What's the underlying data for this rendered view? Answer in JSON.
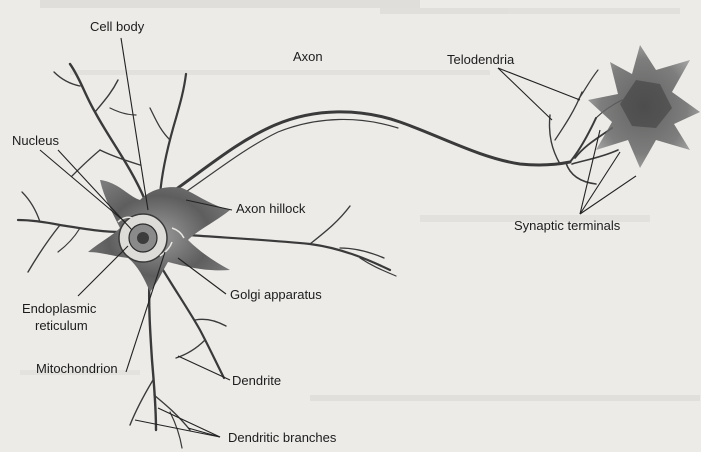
{
  "diagram": {
    "labels": {
      "cell_body": "Cell body",
      "axon": "Axon",
      "telodendria": "Telodendria",
      "nucleus": "Nucleus",
      "axon_hillock": "Axon hillock",
      "synaptic_terminals": "Synaptic terminals",
      "golgi_apparatus": "Golgi apparatus",
      "endoplasmic_reticulum_line1": "Endoplasmic",
      "endoplasmic_reticulum_line2": "reticulum",
      "mitochondrion": "Mitochondrion",
      "dendrite": "Dendrite",
      "dendritic_branches": "Dendritic branches"
    },
    "colors": {
      "paper": "#ecebe8",
      "ink": "#1c1c1c",
      "cell_shading": "#6e6e6e",
      "target_cell": "#555555"
    }
  }
}
